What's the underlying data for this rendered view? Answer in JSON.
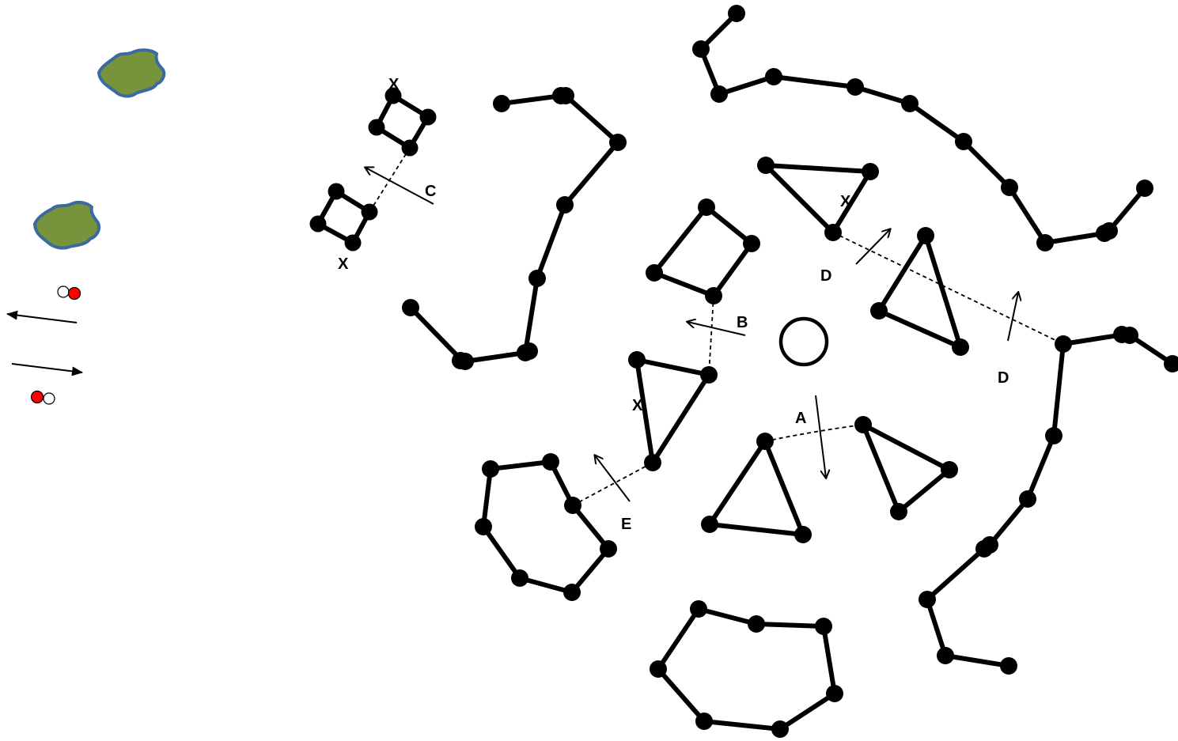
{
  "labels": {
    "a": "A",
    "b": "B",
    "c": "C",
    "d": "D",
    "e": "E",
    "x": "X"
  },
  "colors": {
    "strand": "#000000",
    "cell_fill": "#77933c",
    "cell_border": "#3b6aa0",
    "particle_red": "#ff0000",
    "particle_white": "#ffffff"
  },
  "icons": {
    "cell": "green-cell-icon",
    "particle_pair": "red-white-particle-pair-icon",
    "motion_arrow": "arrow-icon"
  }
}
